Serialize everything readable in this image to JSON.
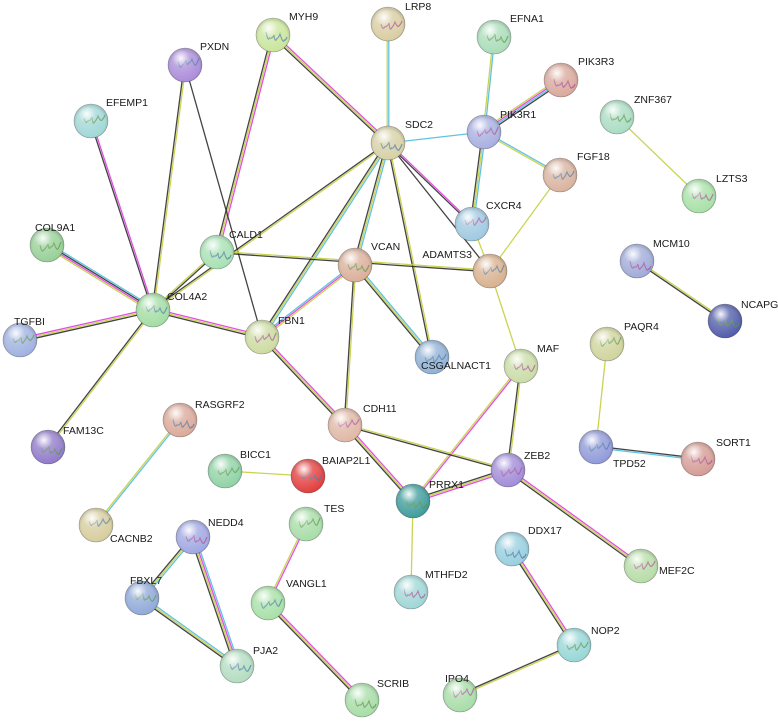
{
  "network": {
    "nodes": [
      {
        "id": "MYH9",
        "label": "MYH9",
        "color": "#c9e59a"
      },
      {
        "id": "LRP8",
        "label": "LRP8",
        "color": "#d8cca0"
      },
      {
        "id": "EFNA1",
        "label": "EFNA1",
        "color": "#a8dcb8"
      },
      {
        "id": "PXDN",
        "label": "PXDN",
        "color": "#a98ad8"
      },
      {
        "id": "PIK3R3",
        "label": "PIK3R3",
        "color": "#d9a79b"
      },
      {
        "id": "EFEMP1",
        "label": "EFEMP1",
        "color": "#9fd6d6"
      },
      {
        "id": "SDC2",
        "label": "SDC2",
        "color": "#d6d0a4"
      },
      {
        "id": "PIK3R1",
        "label": "PIK3R1",
        "color": "#a6aee0"
      },
      {
        "id": "ZNF367",
        "label": "ZNF367",
        "color": "#a9dcc2"
      },
      {
        "id": "FGF18",
        "label": "FGF18",
        "color": "#d8b29e"
      },
      {
        "id": "LZTS3",
        "label": "LZTS3",
        "color": "#a6e0a6"
      },
      {
        "id": "COL9A1",
        "label": "COL9A1",
        "color": "#96cf96"
      },
      {
        "id": "CALD1",
        "label": "CALD1",
        "color": "#a6e0b2"
      },
      {
        "id": "CXCR4",
        "label": "CXCR4",
        "color": "#9ec8e0"
      },
      {
        "id": "VCAN",
        "label": "VCAN",
        "color": "#d9ae98"
      },
      {
        "id": "ADAMTS3",
        "label": "ADAMTS3",
        "color": "#d8b08e"
      },
      {
        "id": "MCM10",
        "label": "MCM10",
        "color": "#9eaad8"
      },
      {
        "id": "TGFBI",
        "label": "TGFBI",
        "color": "#9eb0e0"
      },
      {
        "id": "COL4A2",
        "label": "COL4A2",
        "color": "#a2dca2"
      },
      {
        "id": "FBN1",
        "label": "FBN1",
        "color": "#ccdba0"
      },
      {
        "id": "NCAPG",
        "label": "NCAPG",
        "color": "#4e5aa8"
      },
      {
        "id": "CSGALNACT1",
        "label": "CSGALNACT1",
        "color": "#8eb0d6"
      },
      {
        "id": "MAF",
        "label": "MAF",
        "color": "#c9dca6"
      },
      {
        "id": "PAQR4",
        "label": "PAQR4",
        "color": "#cfd39a"
      },
      {
        "id": "RASGRF2",
        "label": "RASGRF2",
        "color": "#daa898"
      },
      {
        "id": "CDH11",
        "label": "CDH11",
        "color": "#dfb6a4"
      },
      {
        "id": "FAM13C",
        "label": "FAM13C",
        "color": "#8e78c8"
      },
      {
        "id": "TPD52",
        "label": "TPD52",
        "color": "#8e98d8"
      },
      {
        "id": "SORT1",
        "label": "SORT1",
        "color": "#d49a94"
      },
      {
        "id": "BICC1",
        "label": "BICC1",
        "color": "#8ed2a4"
      },
      {
        "id": "BAIAP2L1",
        "label": "BAIAP2L1",
        "color": "#e23a3a"
      },
      {
        "id": "ZEB2",
        "label": "ZEB2",
        "color": "#a08ad8"
      },
      {
        "id": "PRRX1",
        "label": "PRRX1",
        "color": "#3c9a9a"
      },
      {
        "id": "CACNB2",
        "label": "CACNB2",
        "color": "#d6cc9c"
      },
      {
        "id": "NEDD4",
        "label": "NEDD4",
        "color": "#9ea6e2"
      },
      {
        "id": "TES",
        "label": "TES",
        "color": "#a6dca6"
      },
      {
        "id": "DDX17",
        "label": "DDX17",
        "color": "#96cede"
      },
      {
        "id": "MEF2C",
        "label": "MEF2C",
        "color": "#b6dca6"
      },
      {
        "id": "FBXL7",
        "label": "FBXL7",
        "color": "#8ea8d8"
      },
      {
        "id": "VANGL1",
        "label": "VANGL1",
        "color": "#a6e0a6"
      },
      {
        "id": "MTHFD2",
        "label": "MTHFD2",
        "color": "#9ed6d6"
      },
      {
        "id": "NOP2",
        "label": "NOP2",
        "color": "#96d6d6"
      },
      {
        "id": "PJA2",
        "label": "PJA2",
        "color": "#b2dcc0"
      },
      {
        "id": "IPO4",
        "label": "IPO4",
        "color": "#a6dca6"
      },
      {
        "id": "SCRIB",
        "label": "SCRIB",
        "color": "#a6dca6"
      }
    ],
    "edges": [
      {
        "source": "MYH9",
        "target": "SDC2",
        "colors": [
          "#e046e0",
          "#c7d24a",
          "#222222"
        ]
      },
      {
        "source": "MYH9",
        "target": "CALD1",
        "colors": [
          "#e046e0",
          "#c7d24a",
          "#222222"
        ]
      },
      {
        "source": "PXDN",
        "target": "COL4A2",
        "colors": [
          "#c7d24a",
          "#222222"
        ]
      },
      {
        "source": "PXDN",
        "target": "FBN1",
        "colors": [
          "#222222"
        ]
      },
      {
        "source": "EFEMP1",
        "target": "COL4A2",
        "colors": [
          "#e046e0",
          "#222222"
        ]
      },
      {
        "source": "LRP8",
        "target": "SDC2",
        "colors": [
          "#58c0e0",
          "#c7d24a"
        ]
      },
      {
        "source": "EFNA1",
        "target": "PIK3R1",
        "colors": [
          "#58c0e0",
          "#c7d24a"
        ]
      },
      {
        "source": "PIK3R3",
        "target": "PIK3R1",
        "colors": [
          "#222222",
          "#58c0e0",
          "#e046e0",
          "#c7d24a"
        ]
      },
      {
        "source": "PIK3R1",
        "target": "SDC2",
        "colors": [
          "#58c0e0"
        ]
      },
      {
        "source": "PIK3R1",
        "target": "FGF18",
        "colors": [
          "#58c0e0",
          "#c7d24a"
        ]
      },
      {
        "source": "PIK3R1",
        "target": "CXCR4",
        "colors": [
          "#58c0e0",
          "#c7d24a",
          "#222222"
        ]
      },
      {
        "source": "SDC2",
        "target": "CXCR4",
        "colors": [
          "#e046e0",
          "#222222"
        ]
      },
      {
        "source": "SDC2",
        "target": "VCAN",
        "colors": [
          "#58c0e0",
          "#c7d24a",
          "#222222"
        ]
      },
      {
        "source": "SDC2",
        "target": "FBN1",
        "colors": [
          "#58c0e0",
          "#c7d24a",
          "#222222"
        ]
      },
      {
        "source": "SDC2",
        "target": "COL4A2",
        "colors": [
          "#c7d24a",
          "#222222"
        ]
      },
      {
        "source": "SDC2",
        "target": "CSGALNACT1",
        "colors": [
          "#c7d24a",
          "#222222"
        ]
      },
      {
        "source": "SDC2",
        "target": "ADAMTS3",
        "colors": [
          "#222222"
        ]
      },
      {
        "source": "FGF18",
        "target": "ADAMTS3",
        "colors": [
          "#c7d24a"
        ]
      },
      {
        "source": "CXCR4",
        "target": "ADAMTS3",
        "colors": [
          "#c7d24a"
        ]
      },
      {
        "source": "ZNF367",
        "target": "LZTS3",
        "colors": [
          "#c7d24a"
        ]
      },
      {
        "source": "COL9A1",
        "target": "COL4A2",
        "colors": [
          "#58c0e0",
          "#222222",
          "#e046e0",
          "#c7d24a"
        ]
      },
      {
        "source": "TGFBI",
        "target": "COL4A2",
        "colors": [
          "#e046e0",
          "#c7d24a",
          "#222222"
        ]
      },
      {
        "source": "COL4A2",
        "target": "FBN1",
        "colors": [
          "#e046e0",
          "#c7d24a",
          "#222222"
        ]
      },
      {
        "source": "COL4A2",
        "target": "CALD1",
        "colors": [
          "#c7d24a",
          "#222222"
        ]
      },
      {
        "source": "COL4A2",
        "target": "FAM13C",
        "colors": [
          "#c7d24a",
          "#222222"
        ]
      },
      {
        "source": "CALD1",
        "target": "ADAMTS3",
        "colors": [
          "#c7d24a",
          "#222222"
        ]
      },
      {
        "source": "FBN1",
        "target": "VCAN",
        "colors": [
          "#58c0e0",
          "#e046e0",
          "#c7d24a"
        ]
      },
      {
        "source": "FBN1",
        "target": "CDH11",
        "colors": [
          "#e046e0",
          "#c7d24a",
          "#222222"
        ]
      },
      {
        "source": "VCAN",
        "target": "CSGALNACT1",
        "colors": [
          "#58c0e0",
          "#c7d24a",
          "#222222"
        ]
      },
      {
        "source": "VCAN",
        "target": "CDH11",
        "colors": [
          "#c7d24a",
          "#222222"
        ]
      },
      {
        "source": "ADAMTS3",
        "target": "MAF",
        "colors": [
          "#c7d24a"
        ]
      },
      {
        "source": "MCM10",
        "target": "NCAPG",
        "colors": [
          "#c7d24a",
          "#222222"
        ]
      },
      {
        "source": "MAF",
        "target": "PRRX1",
        "colors": [
          "#e046e0",
          "#c7d24a"
        ]
      },
      {
        "source": "MAF",
        "target": "ZEB2",
        "colors": [
          "#c7d24a",
          "#222222"
        ]
      },
      {
        "source": "PAQR4",
        "target": "TPD52",
        "colors": [
          "#c7d24a"
        ]
      },
      {
        "source": "TPD52",
        "target": "SORT1",
        "colors": [
          "#222222",
          "#58c0e0"
        ]
      },
      {
        "source": "RASGRF2",
        "target": "CACNB2",
        "colors": [
          "#58c0e0",
          "#c7d24a"
        ]
      },
      {
        "source": "CDH11",
        "target": "PRRX1",
        "colors": [
          "#e046e0",
          "#c7d24a",
          "#222222"
        ]
      },
      {
        "source": "CDH11",
        "target": "ZEB2",
        "colors": [
          "#c7d24a",
          "#222222"
        ]
      },
      {
        "source": "BICC1",
        "target": "BAIAP2L1",
        "colors": [
          "#c7d24a"
        ]
      },
      {
        "source": "ZEB2",
        "target": "PRRX1",
        "colors": [
          "#e046e0",
          "#c7d24a",
          "#222222"
        ]
      },
      {
        "source": "ZEB2",
        "target": "MEF2C",
        "colors": [
          "#e046e0",
          "#c7d24a",
          "#222222"
        ]
      },
      {
        "source": "PRRX1",
        "target": "MTHFD2",
        "colors": [
          "#c7d24a"
        ]
      },
      {
        "source": "NEDD4",
        "target": "FBXL7",
        "colors": [
          "#58c0e0",
          "#c7d24a",
          "#222222"
        ]
      },
      {
        "source": "NEDD4",
        "target": "PJA2",
        "colors": [
          "#58c0e0",
          "#e046e0",
          "#c7d24a",
          "#222222"
        ]
      },
      {
        "source": "FBXL7",
        "target": "PJA2",
        "colors": [
          "#58c0e0",
          "#c7d24a",
          "#222222"
        ]
      },
      {
        "source": "TES",
        "target": "VANGL1",
        "colors": [
          "#e046e0",
          "#c7d24a"
        ]
      },
      {
        "source": "VANGL1",
        "target": "SCRIB",
        "colors": [
          "#e046e0",
          "#c7d24a",
          "#222222"
        ]
      },
      {
        "source": "DDX17",
        "target": "NOP2",
        "colors": [
          "#e046e0",
          "#c7d24a",
          "#222222"
        ]
      },
      {
        "source": "NOP2",
        "target": "IPO4",
        "colors": [
          "#c7d24a",
          "#222222"
        ]
      }
    ]
  }
}
